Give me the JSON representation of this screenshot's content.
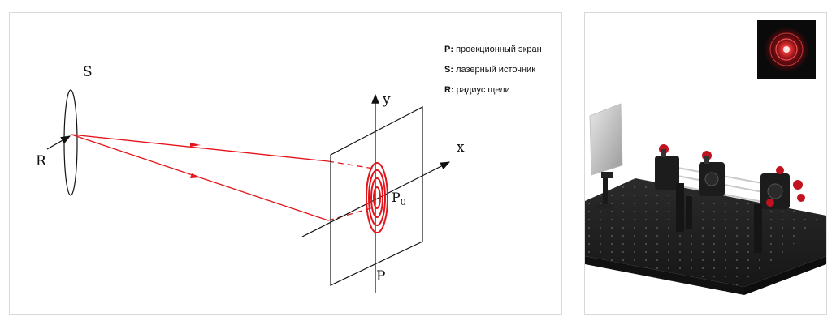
{
  "diagram": {
    "labels": {
      "source": "S",
      "radius": "R",
      "y_axis": "y",
      "x_axis": "x",
      "center_base": "P",
      "center_sub": "0",
      "screen": "P"
    },
    "legend": [
      {
        "key": "P:",
        "text": "проекционный экран"
      },
      {
        "key": "S:",
        "text": "лазерный источник"
      },
      {
        "key": "R:",
        "text": "радиус щели"
      }
    ],
    "colors": {
      "ray": "#e3141b",
      "line": "#111111"
    }
  },
  "photo": {
    "content": "optical bench with laser, slit holders, projection screen and inset of red diffraction rings",
    "colors": {
      "table": "#1e1e1e",
      "knob": "#c1121f",
      "inset_bg": "#0a0a0a"
    }
  }
}
